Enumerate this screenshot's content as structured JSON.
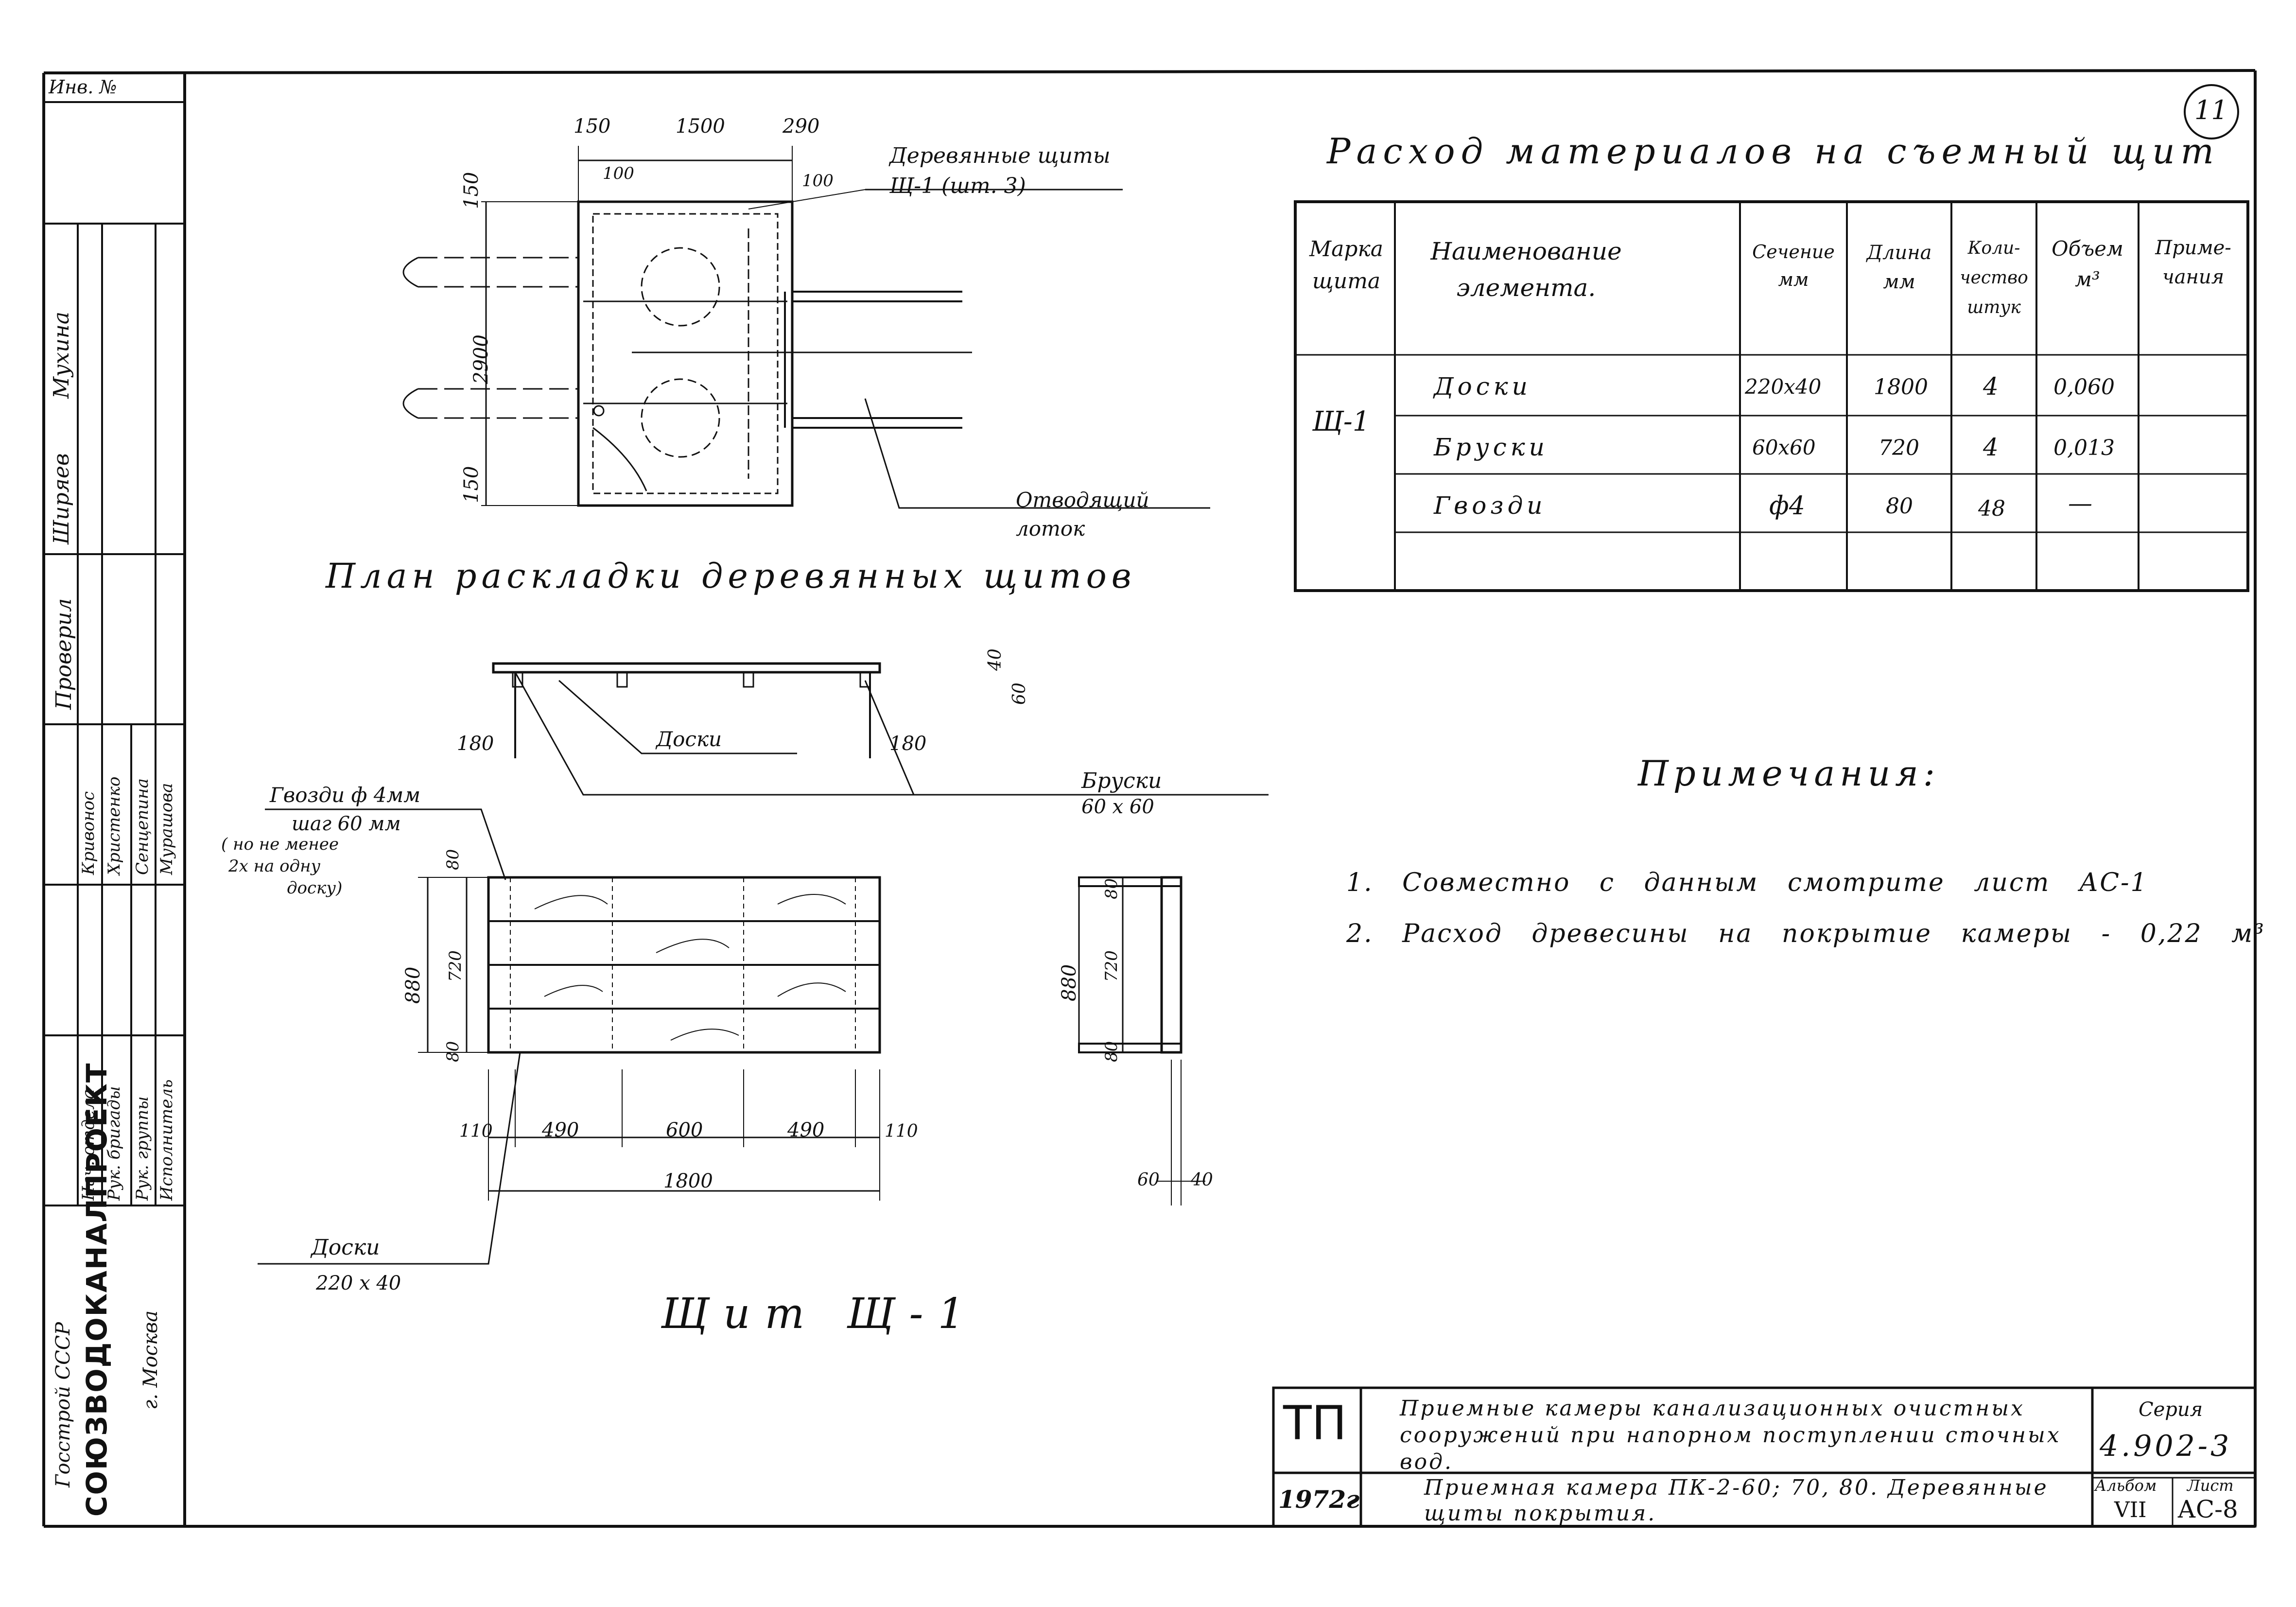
{
  "sheet_number": "11",
  "left_stamp": {
    "inv_label": "Инв. №",
    "org": "Госстрой СССР",
    "institute": "СОЮЗВОДОКАНАЛПРОЕКТ",
    "city": "г. Москва",
    "roles": [
      "Нач. отдела",
      "Рук. бригады",
      "Рук. группы",
      "Исполнитель"
    ],
    "names": [
      "Кривонос",
      "Христенко",
      "Сенцепина",
      "Мурашова"
    ],
    "checked_label": "Проверил",
    "side_marks": [
      "Мухина",
      "Ширяев"
    ]
  },
  "plan": {
    "title": "План раскладки деревянных щитов",
    "dims_top": [
      "150",
      "1500",
      "290"
    ],
    "dims_small": [
      "100",
      "100"
    ],
    "dims_left": [
      "150",
      "2900",
      "150"
    ],
    "label_shields": "Деревянные щиты Щ-1 (шт. 3)",
    "label_tray": "Отводящий лоток"
  },
  "shield": {
    "title": "Щит Щ-1",
    "label_boards": "Доски",
    "label_boards_size": "220 x 40",
    "label_bars": "Бруски",
    "label_bars_size": "60 x 60",
    "label_nails_1": "Гвозди ф 4мм",
    "label_nails_2": "шаг 60 мм",
    "label_nails_3": "( но не менее",
    "label_nails_4": "2х на одну",
    "label_nails_5": "доску)",
    "label_boards_top": "Доски",
    "dims_bottom": [
      "110",
      "490",
      "600",
      "490",
      "110"
    ],
    "dim_total": "1800",
    "dims_left": [
      "80",
      "720",
      "80"
    ],
    "dim_height": "880",
    "dims_top_view": [
      "180",
      "180",
      "40",
      "60"
    ],
    "dims_side": [
      "80",
      "720",
      "80"
    ],
    "dim_side_height": "880",
    "dims_side_bottom": [
      "60",
      "40"
    ]
  },
  "materials": {
    "title": "Расход материалов на съемный щит",
    "headers": [
      "Марка щита",
      "Наименование элемента.",
      "Сечение мм",
      "Длина мм",
      "Коли- чество штук",
      "Объем м³",
      "Приме- чания"
    ],
    "mark": "Щ-1",
    "rows": [
      {
        "name": "Доски",
        "section": "220x40",
        "length": "1800",
        "qty": "4",
        "volume": "0,060",
        "note": ""
      },
      {
        "name": "Бруски",
        "section": "60x60",
        "length": "720",
        "qty": "4",
        "volume": "0,013",
        "note": ""
      },
      {
        "name": "Гвозди",
        "section": "ф4",
        "length": "80",
        "qty": "48",
        "volume": "—",
        "note": ""
      },
      {
        "name": "",
        "section": "",
        "length": "",
        "qty": "",
        "volume": "",
        "note": ""
      }
    ]
  },
  "notes": {
    "title": "Примечания:",
    "items": [
      "1. Совместно с данным смотрите лист АС-1",
      "2. Расход древесины на покрытие камеры - 0,22 м³"
    ]
  },
  "title_block": {
    "logo": "ТП",
    "year": "1972г",
    "project": "Приемные камеры канализационных очистных сооружений при напорном поступлении сточных вод.",
    "drawing": "Приемная камера ПК-2-60; 70, 80. Деревянные щиты покрытия.",
    "series_label": "Серия",
    "series": "4.902-3",
    "album_label": "Альбом",
    "album": "VII",
    "sheet_label": "Лист",
    "sheet": "АС-8"
  }
}
